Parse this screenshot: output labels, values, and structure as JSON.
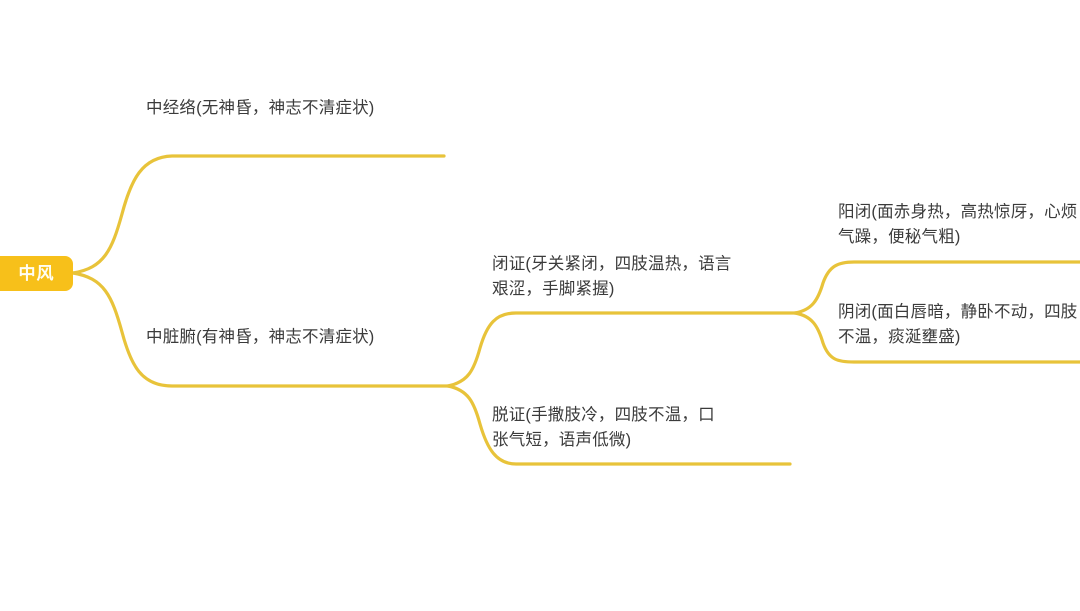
{
  "style": {
    "line_color": "#e8c33a",
    "root_fill": "#f7c01a",
    "root_text_color": "#fffdf2",
    "topic_text_color": "#3b3b3b",
    "background": "#ffffff"
  },
  "mindmap": {
    "root": {
      "label": "中风"
    },
    "branches": [
      {
        "label": "中经络(无神昏，神志不清症状)",
        "children": []
      },
      {
        "label": "中脏腑(有神昏，神志不清症状)",
        "children": [
          {
            "label": "闭证(牙关紧闭，四肢温热，语言艰涩，手脚紧握)",
            "children": [
              {
                "label": "阳闭(面赤身热，高热惊厊，心烦气躁，便秘气粗)"
              },
              {
                "label": "阴闭(面白唇暗，静卧不动，四肢不温，痰涎壅盛)"
              }
            ]
          },
          {
            "label": "脱证(手撒肢冷，四肢不温，口张气短，语声低微)",
            "children": []
          }
        ]
      }
    ]
  }
}
